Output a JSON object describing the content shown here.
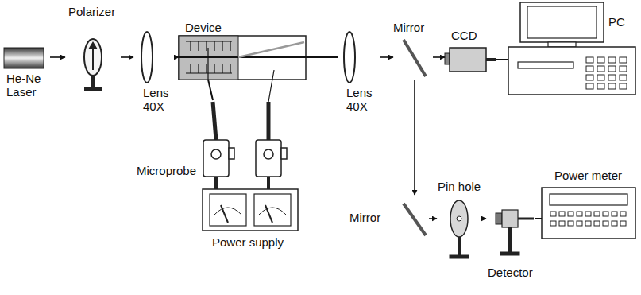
{
  "diagram": {
    "nodes": [
      {
        "text": [
          "He-Ne Laser"
        ]
      },
      {
        "text": [
          "Polarizer"
        ]
      },
      {
        "text": [
          "Lens 40X"
        ]
      },
      {
        "text": [
          "Device"
        ]
      },
      {
        "text": [
          "Lens 40X"
        ]
      },
      {
        "text": [
          "Mirror"
        ]
      },
      {
        "text": [
          "CCD"
        ]
      },
      {
        "text": [
          "PC"
        ]
      },
      {
        "text": [
          "Microprobe"
        ]
      },
      {
        "text": [
          "Power supply"
        ]
      },
      {
        "text": [
          "Mirror"
        ]
      },
      {
        "text": [
          "Pin hole"
        ]
      },
      {
        "text": [
          "Detector"
        ]
      },
      {
        "text": [
          "Power meter"
        ]
      }
    ],
    "edges": [
      {
        "from": 0,
        "to": 1,
        "arrow": "to"
      },
      {
        "from": 1,
        "to": 2,
        "arrow": "to"
      },
      {
        "from": 2,
        "to": 3,
        "arrow": "to"
      },
      {
        "from": 3,
        "to": 4,
        "arrow": "none"
      },
      {
        "from": 4,
        "to": 5,
        "arrow": "to"
      },
      {
        "from": 5,
        "to": 6,
        "arrow": "to"
      },
      {
        "from": 6,
        "to": 7,
        "arrow": "none"
      },
      {
        "from": 5,
        "to": 10,
        "arrow": "to"
      },
      {
        "from": 10,
        "to": 11,
        "arrow": "to"
      },
      {
        "from": 11,
        "to": 12,
        "arrow": "to"
      },
      {
        "from": 12,
        "to": 13,
        "arrow": "none"
      },
      {
        "from": 8,
        "to": 3,
        "arrow": "none"
      }
    ]
  }
}
